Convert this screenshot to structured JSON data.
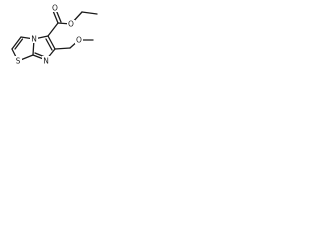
{
  "structure": {
    "atoms": {
      "S": "S",
      "N_bridge": "N",
      "N_ring": "N",
      "O_carbonyl": "O",
      "O_ester": "O",
      "O_ether": "O"
    }
  },
  "colors": {
    "bond": "#1a1a1a",
    "label": "#1a1a1a",
    "background": "#ffffff"
  }
}
